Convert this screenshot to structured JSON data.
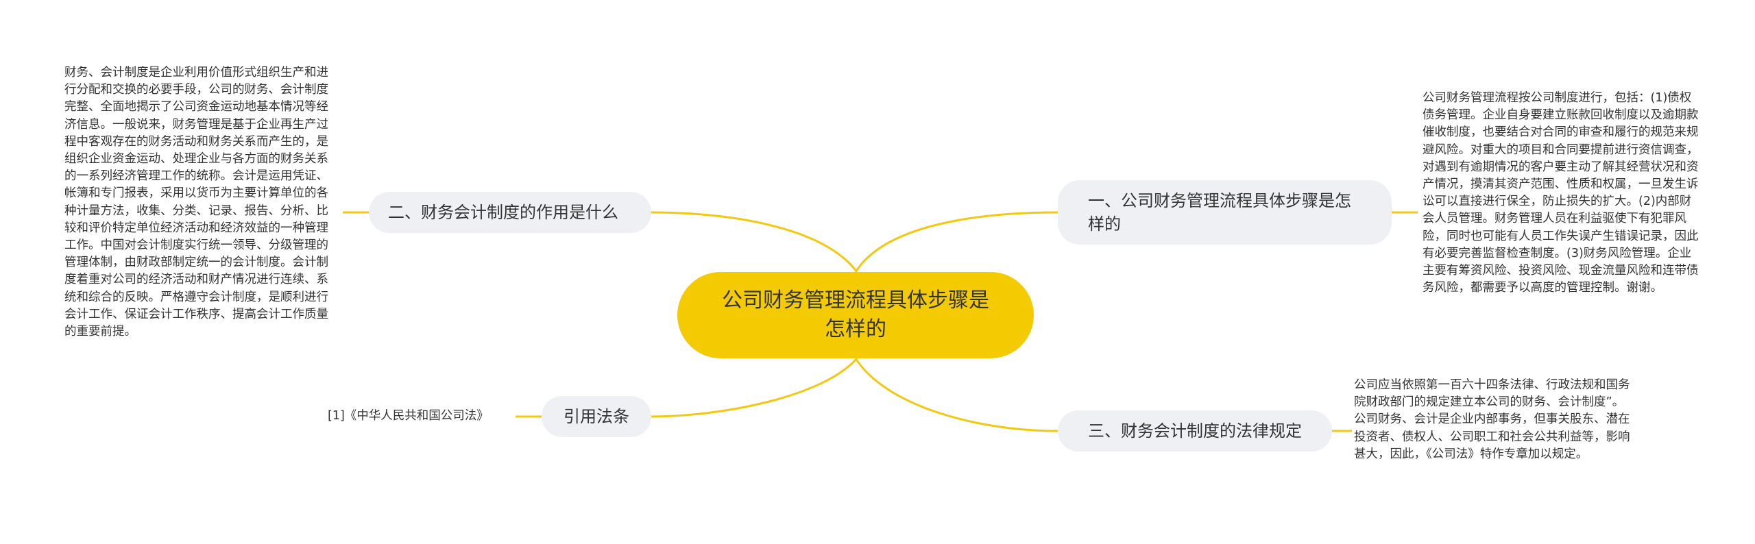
{
  "colors": {
    "center_fill": "#f4cb02",
    "branch_fill": "#eef0f3",
    "connector": "#f2c811",
    "text": "#333333"
  },
  "mindmap": {
    "center": "公司财务管理流程具体步骤是怎样的",
    "branches": {
      "left_top": {
        "label": "二、财务会计制度的作用是什么",
        "detail": "财务、会计制度是企业利用价值形式组织生产和进行分配和交换的必要手段，公司的财务、会计制度完整、全面地揭示了公司资金运动地基本情况等经济信息。一般说来，财务管理是基于企业再生产过程中客观存在的财务活动和财务关系而产生的，是组织企业资金运动、处理企业与各方面的财务关系的一系列经济管理工作的统称。会计是运用凭证、帐簿和专门报表，采用以货币为主要计算单位的各种计量方法，收集、分类、记录、报告、分析、比较和评价特定单位经济活动和经济效益的一种管理工作。中国对会计制度实行统一领导、分级管理的管理体制，由财政部制定统一的会计制度。会计制度着重对公司的经济活动和财产情况进行连续、系统和综合的反映。严格遵守会计制度，是顺利进行会计工作、保证会计工作秩序、提高会计工作质量的重要前提。"
      },
      "left_bottom": {
        "label": "引用法条",
        "detail": "[1]《中华人民共和国公司法》"
      },
      "right_top": {
        "label": "一、公司财务管理流程具体步骤是怎样的",
        "detail": "公司财务管理流程按公司制度进行，包括：(1)债权债务管理。企业自身要建立账款回收制度以及逾期款催收制度，也要结合对合同的审查和履行的规范来规避风险。对重大的项目和合同要提前进行资信调查，对遇到有逾期情况的客户要主动了解其经营状况和资产情况，摸清其资产范围、性质和权属，一旦发生诉讼可以直接进行保全，防止损失的扩大。(2)内部财会人员管理。财务管理人员在利益驱使下有犯罪风险，同时也可能有人员工作失误产生错误记录，因此有必要完善监督检查制度。(3)财务风险管理。企业主要有筹资风险、投资风险、现金流量风险和连带债务风险，都需要予以高度的管理控制。谢谢。"
      },
      "right_bottom": {
        "label": "三、财务会计制度的法律规定",
        "detail": "公司应当依照第一百六十四条法律、行政法规和国务院财政部门的规定建立本公司的财务、会计制度”。公司财务、会计是企业内部事务，但事关股东、潜在投资者、债权人、公司职工和社会公共利益等，影响甚大，因此，《公司法》特作专章加以规定。"
      }
    }
  }
}
